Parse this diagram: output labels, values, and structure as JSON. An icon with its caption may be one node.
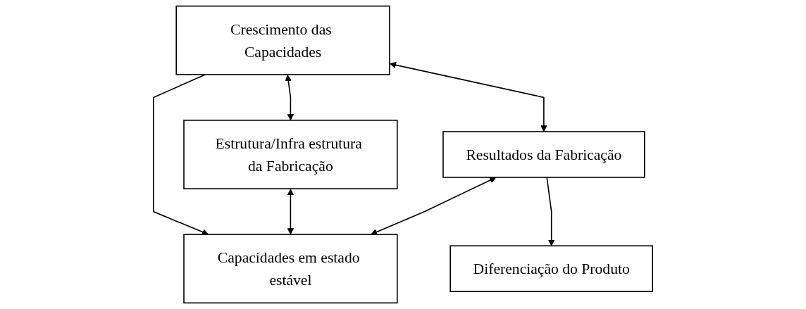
{
  "diagram": {
    "nodes": [
      {
        "text": [
          "Crescimento das Capacidades"
        ]
      },
      {
        "text": [
          "Estrutura/Infra estrutura da Fabricação"
        ]
      },
      {
        "text": [
          "Resultados da Fabricação"
        ]
      },
      {
        "text": [
          "Diferenciação do Produto"
        ]
      },
      {
        "text": [
          "Capacidades em estado estável"
        ]
      }
    ],
    "edges": [
      {
        "from": 0,
        "to": 1,
        "arrow": "both"
      },
      {
        "from": 0,
        "to": 2,
        "arrow": "both"
      },
      {
        "from": 0,
        "to": 4,
        "arrow": "to"
      },
      {
        "from": 2,
        "to": 3,
        "arrow": "to"
      },
      {
        "from": 1,
        "to": 4,
        "arrow": "both"
      },
      {
        "from": 2,
        "to": 4,
        "arrow": "both"
      }
    ]
  }
}
